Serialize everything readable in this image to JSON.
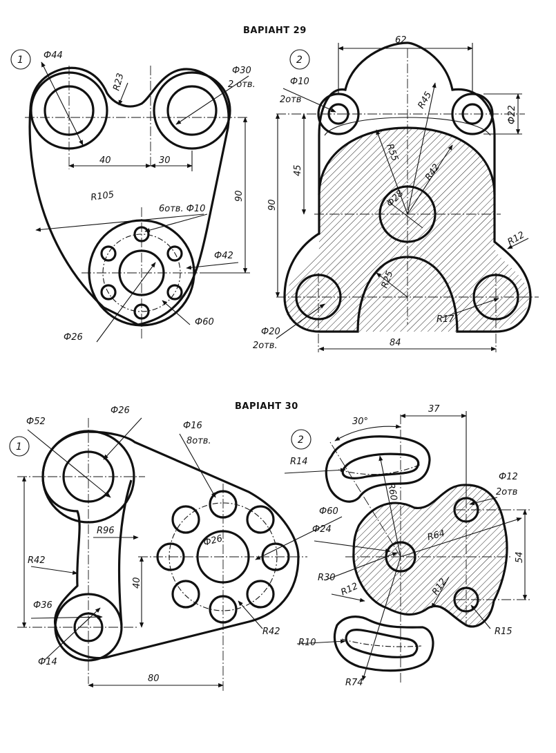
{
  "variants": [
    {
      "title": "ВАРІАНТ 29",
      "parts": [
        {
          "number": "1",
          "labels": [
            "Ф44",
            "R23",
            "Ф30",
            "2 отв.",
            "40",
            "30",
            "90",
            "R105",
            "6отв. Ф10",
            "Ф42",
            "Ф26",
            "Ф60"
          ]
        },
        {
          "number": "2",
          "labels": [
            "62",
            "Ф10",
            "2отв",
            "R45",
            "Ф22",
            "R55",
            "45",
            "90",
            "R42",
            "Ф28",
            "R12",
            "R25",
            "Ф20",
            "2отв.",
            "R17",
            "84"
          ]
        }
      ]
    },
    {
      "title": "ВАРІАНТ 30",
      "parts": [
        {
          "number": "1",
          "labels": [
            "Ф52",
            "Ф26",
            "Ф16",
            "8отв.",
            "Ф60",
            "R96",
            "Ф26",
            "R42",
            "40",
            "Ф36",
            "R42",
            "Ф14",
            "80"
          ]
        },
        {
          "number": "2",
          "labels": [
            "30°",
            "37",
            "R14",
            "Ф12",
            "2отв",
            "R60",
            "Ф24",
            "R64",
            "54",
            "R30",
            "R12",
            "R12",
            "R15",
            "R10",
            "R74"
          ]
        }
      ]
    }
  ]
}
